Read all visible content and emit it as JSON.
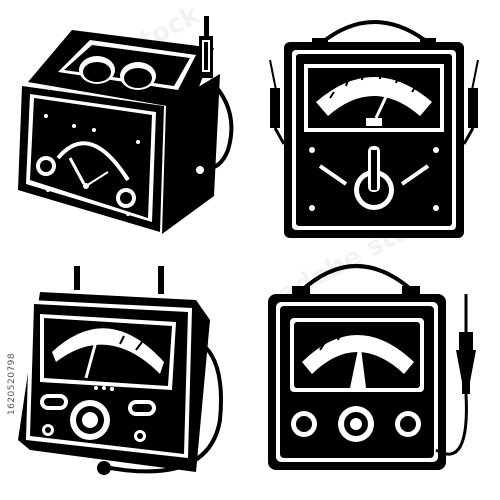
{
  "stock_id": "1620520798",
  "watermark": "adobe stock",
  "icons": [
    {
      "name": "analog-multimeter-box-with-probe"
    },
    {
      "name": "voltmeter-with-handle-and-probes"
    },
    {
      "name": "portable-meter-with-cable"
    },
    {
      "name": "analog-meter-with-handle-and-probe"
    }
  ],
  "colors": {
    "ink": "#000000",
    "background": "#ffffff"
  }
}
